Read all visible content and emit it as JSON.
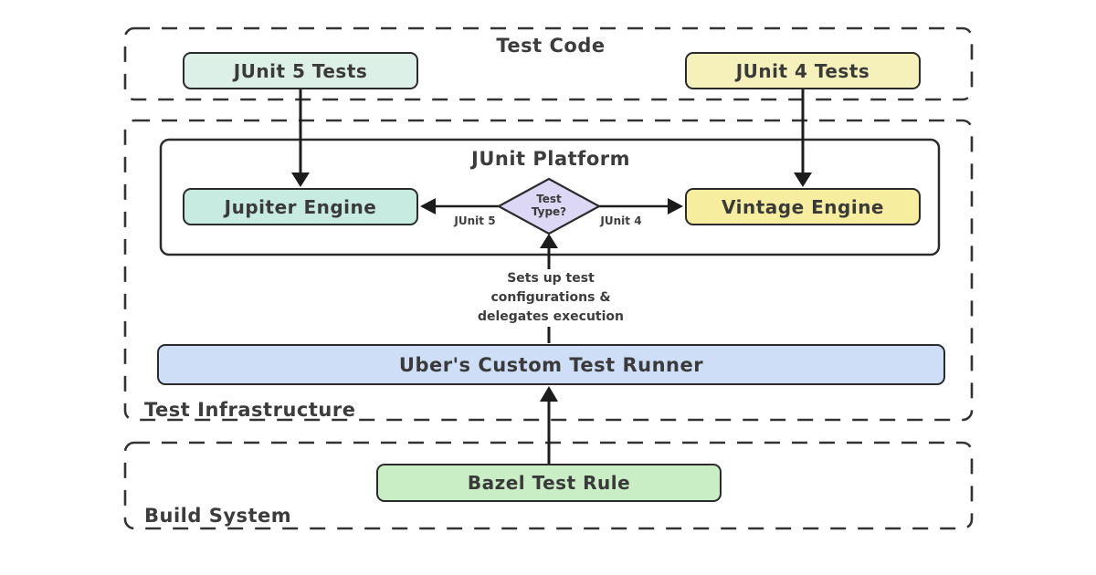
{
  "sections": {
    "test_code": {
      "label": "Test Code"
    },
    "test_infrastructure": {
      "label": "Test Infrastructure"
    },
    "build_system": {
      "label": "Build System"
    }
  },
  "nodes": {
    "junit5_tests": {
      "label": "JUnit 5 Tests",
      "fill": "#ddf0e7"
    },
    "junit4_tests": {
      "label": "JUnit 4 Tests",
      "fill": "#f6f1ba"
    },
    "junit_platform": {
      "label": "JUnit Platform",
      "fill": "#ffffff"
    },
    "jupiter_engine": {
      "label": "Jupiter Engine",
      "fill": "#c7ebe1"
    },
    "vintage_engine": {
      "label": "Vintage Engine",
      "fill": "#f6ee9e"
    },
    "test_type_decision": {
      "line1": "Test",
      "line2": "Type?",
      "fill": "#dbd7f4"
    },
    "uber_runner": {
      "label": "Uber's Custom Test Runner",
      "fill": "#cfdef7"
    },
    "bazel_rule": {
      "label": "Bazel Test Rule",
      "fill": "#c9edc5"
    }
  },
  "edge_labels": {
    "junit5": "JUnit 5",
    "junit4": "JUnit 4"
  },
  "annotation": {
    "line1": "Sets up test",
    "line2": "configurations &",
    "line3": "delegates execution"
  },
  "edges": [
    {
      "from": "junit5_tests",
      "to": "jupiter_engine",
      "label": ""
    },
    {
      "from": "junit4_tests",
      "to": "vintage_engine",
      "label": ""
    },
    {
      "from": "test_type_decision",
      "to": "jupiter_engine",
      "label": "JUnit 5"
    },
    {
      "from": "test_type_decision",
      "to": "vintage_engine",
      "label": "JUnit 4"
    },
    {
      "from": "uber_runner",
      "to": "test_type_decision",
      "label": "Sets up test configurations & delegates execution"
    },
    {
      "from": "bazel_rule",
      "to": "uber_runner",
      "label": ""
    }
  ],
  "colors": {
    "border": "#2b2b2b",
    "dashed_border": "#333333",
    "arrow": "#1c1c1c",
    "text": "#3a3a3a",
    "background": "#ffffff"
  }
}
